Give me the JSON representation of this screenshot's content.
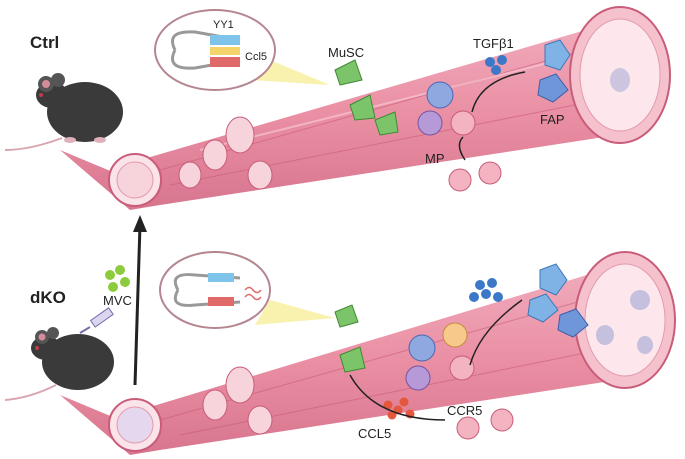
{
  "panels": {
    "control": {
      "label": "Ctrl",
      "inset_labels": [
        "YY1",
        "Ccl5"
      ],
      "labels": {
        "musc": "MuSC",
        "tgfb1": "TGFβ1",
        "fap": "FAP",
        "mp": "MP"
      }
    },
    "knockout": {
      "label": "dKO",
      "labels": {
        "mvc": "MVC",
        "ccl5": "CCL5",
        "ccr5": "CCR5"
      }
    }
  },
  "colors": {
    "muscle": "#e9899f",
    "muscle_light": "#f4b8c6",
    "muscle_dark": "#c95c78",
    "musc_cell": "#7cc46a",
    "macrophage_blue": "#8fa8e0",
    "macrophage_purple": "#b69ad8",
    "fap_cell": "#7fb3e6",
    "tgfb1_dot": "#3c78c8",
    "ccl5_dot": "#e5573c",
    "mvc_dot": "#8ccc3c",
    "yy1_box": "#f3d36a",
    "mouse": "#3a3a3a",
    "arrow": "#222222"
  },
  "icons": [
    "mouse-icon",
    "syringe-icon",
    "dna-loop-icon",
    "muscle-fiber-icon",
    "cell-icon"
  ]
}
